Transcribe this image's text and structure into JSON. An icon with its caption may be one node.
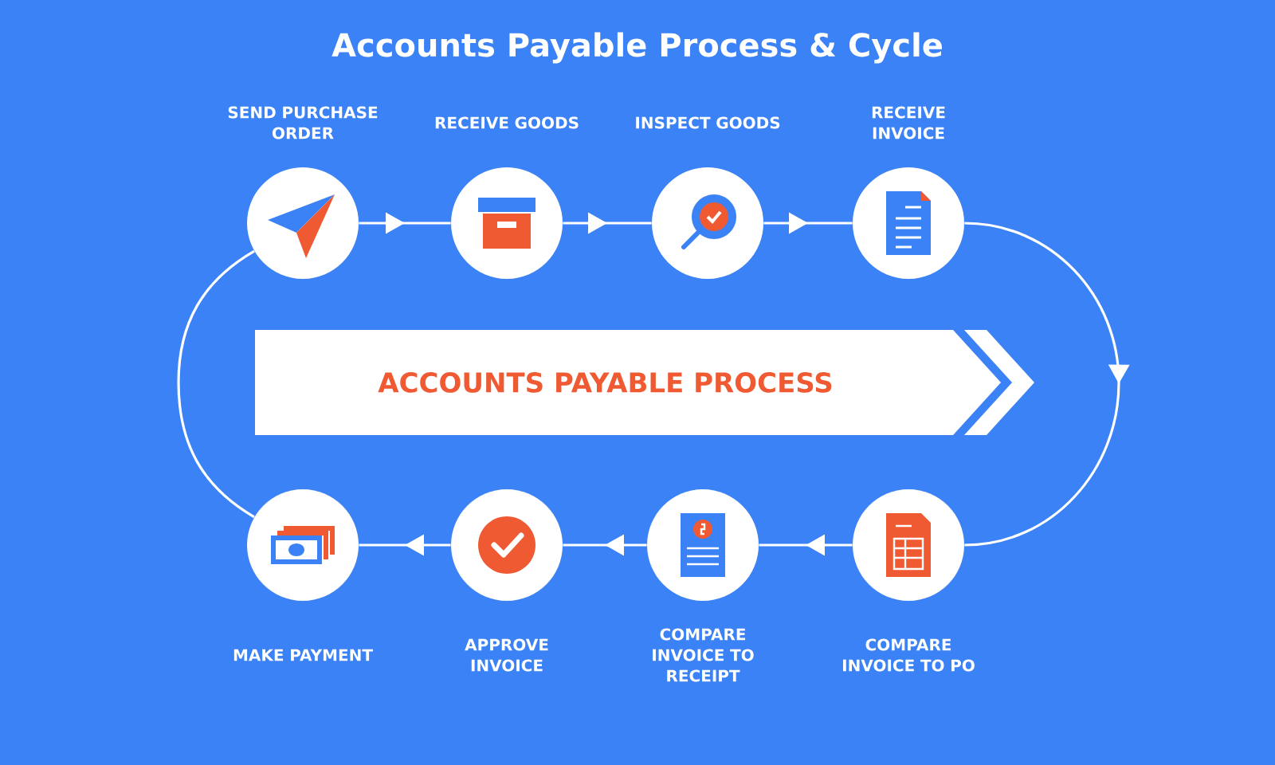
{
  "diagram": {
    "title": "Accounts Payable Process & Cycle",
    "nodes": [
      {
        "text": [
          "SEND PURCHASE ORDER"
        ]
      },
      {
        "text": [
          "RECEIVE GOODS"
        ]
      },
      {
        "text": [
          "INSPECT GOODS"
        ]
      },
      {
        "text": [
          "RECEIVE INVOICE"
        ]
      },
      {
        "text": [
          "COMPARE INVOICE TO PO"
        ]
      },
      {
        "text": [
          "COMPARE INVOICE TO RECEIPT"
        ]
      },
      {
        "text": [
          "APPROVE INVOICE"
        ]
      },
      {
        "text": [
          "MAKE PAYMENT"
        ]
      },
      {
        "text": [
          "ACCOUNTS PAYABLE PROCESS"
        ]
      }
    ],
    "edges": [
      {
        "from": 0,
        "to": 1,
        "arrow": "to"
      },
      {
        "from": 1,
        "to": 2,
        "arrow": "to"
      },
      {
        "from": 2,
        "to": 3,
        "arrow": "to"
      },
      {
        "from": 3,
        "to": 4,
        "arrow": "to"
      },
      {
        "from": 4,
        "to": 5,
        "arrow": "to"
      },
      {
        "from": 5,
        "to": 6,
        "arrow": "to"
      },
      {
        "from": 6,
        "to": 7,
        "arrow": "to"
      },
      {
        "from": 7,
        "to": 0,
        "arrow": "none"
      }
    ]
  }
}
